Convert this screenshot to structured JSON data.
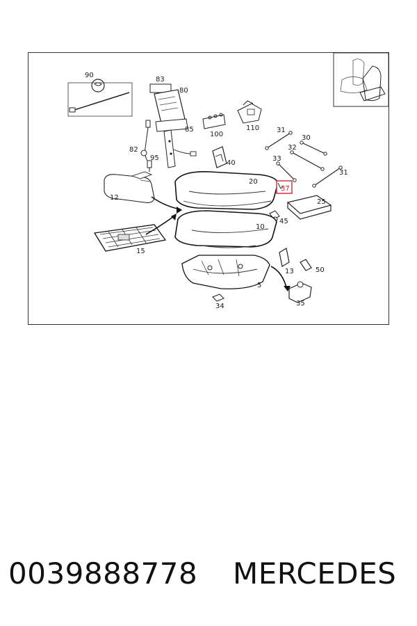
{
  "diagram": {
    "highlighted_part": "37",
    "labels": {
      "p90": "90",
      "p83": "83",
      "p80": "80",
      "p85": "85",
      "p100": "100",
      "p110": "110",
      "p31a": "31",
      "p30": "30",
      "p32": "32",
      "p33": "33",
      "p31b": "31",
      "p82": "82",
      "p95": "95",
      "p40": "40",
      "p12": "12",
      "p20": "20",
      "p37": "37",
      "p25": "25",
      "p45": "45",
      "p10": "10",
      "p15": "15",
      "p13": "13",
      "p50": "50",
      "p5": "5",
      "p34": "34",
      "p35": "35"
    }
  },
  "footer": {
    "part_number": "0039888778",
    "brand": "MERCEDES"
  },
  "colors": {
    "line": "#1a1a1a",
    "highlight": "#d9232e",
    "frame": "#333333"
  }
}
